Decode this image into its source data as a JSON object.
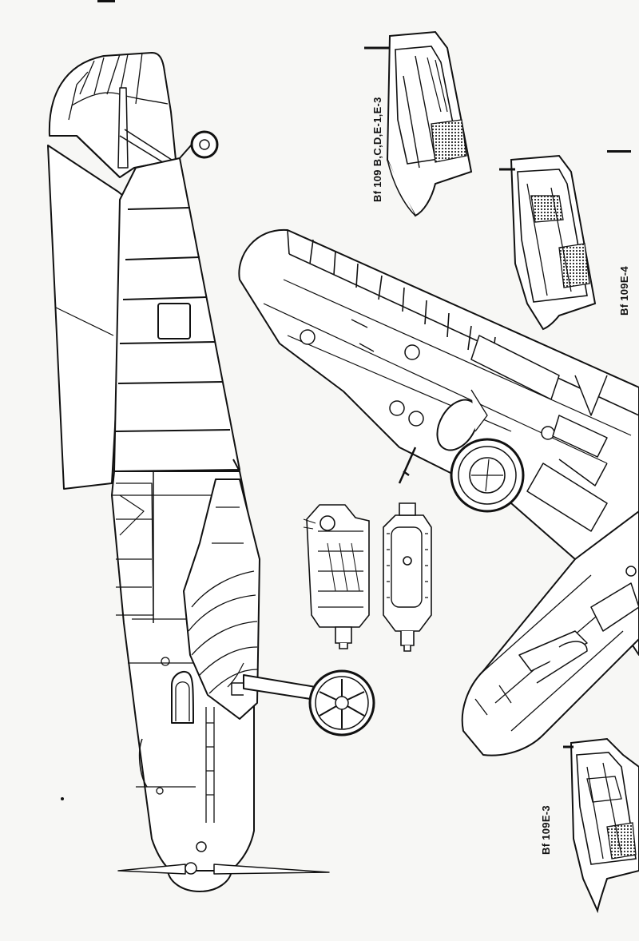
{
  "labels": {
    "canopy_bcde": "Bf 109 B,C,D,E-1,E-3",
    "canopy_e4": "Bf 109E-4",
    "canopy_e3": "Bf 109E-3"
  },
  "colors": {
    "ink": "#111111",
    "paper": "#f7f7f5",
    "hatch": "#222222"
  }
}
